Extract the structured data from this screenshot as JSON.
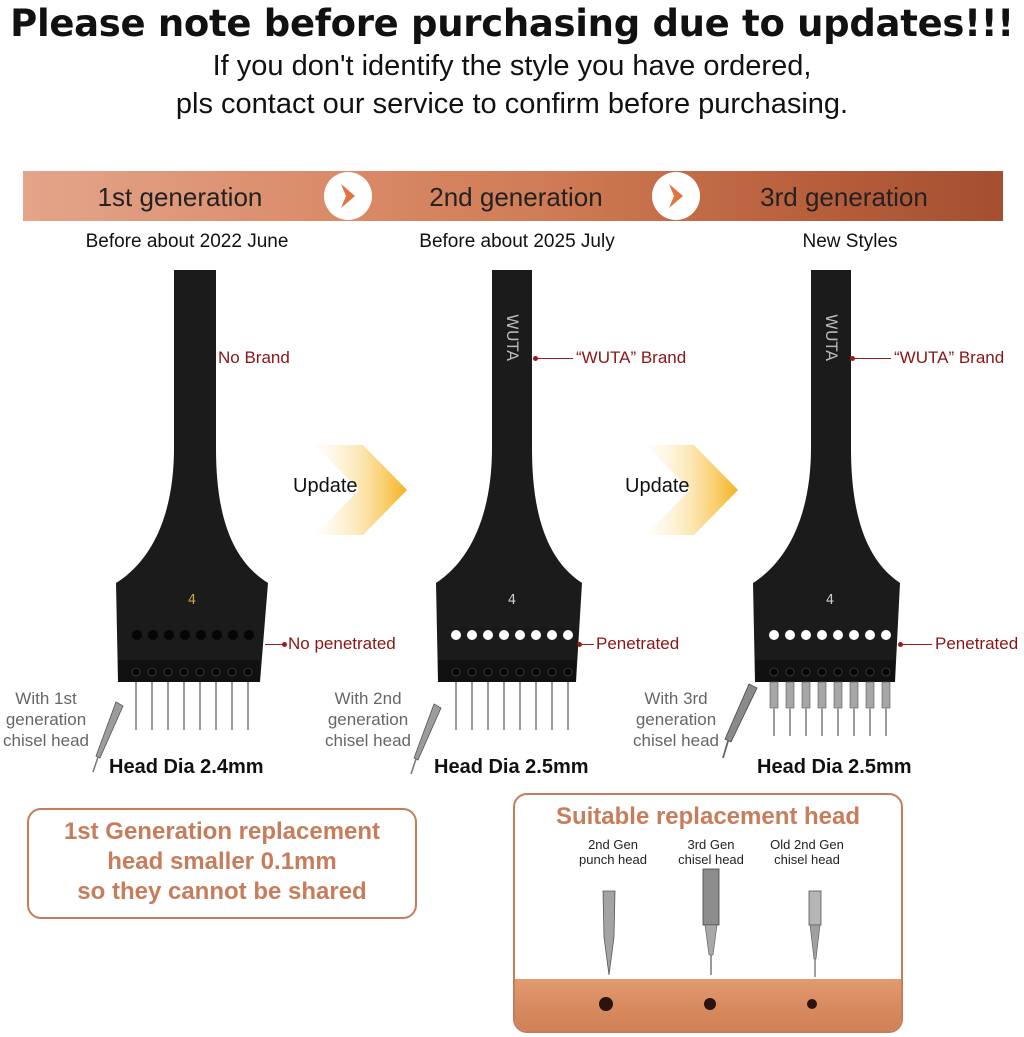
{
  "header": {
    "title": "Please note before purchasing due to updates!!!",
    "subtitle_line1": "If you don't identify the style you have ordered,",
    "subtitle_line2": "pls contact our service to confirm before purchasing."
  },
  "generations": [
    {
      "label": "1st generation",
      "era": "Before about 2022 June",
      "brand_callout": "No Brand",
      "hole_callout": "No penetrated",
      "with_text": [
        "With 1st",
        "generation",
        "chisel head"
      ],
      "head_dia": "Head Dia 2.4mm",
      "number": "4"
    },
    {
      "label": "2nd generation",
      "era": "Before about 2025 July",
      "brand_callout": "“WUTA” Brand",
      "hole_callout": "Penetrated",
      "with_text": [
        "With 2nd",
        "generation",
        "chisel head"
      ],
      "head_dia": "Head Dia 2.5mm",
      "number": "4"
    },
    {
      "label": "3rd generation",
      "era": "New Styles",
      "brand_callout": "“WUTA” Brand",
      "hole_callout": "Penetrated",
      "with_text": [
        "With 3rd",
        "generation",
        "chisel head"
      ],
      "head_dia": "Head Dia 2.5mm",
      "number": "4"
    }
  ],
  "brand_mark": "WUTA",
  "update_label": "Update",
  "note": {
    "line1": "1st Generation replacement",
    "line2": "head smaller 0.1mm",
    "line3": "so they cannot be shared"
  },
  "replacement": {
    "title": "Suitable replacement head",
    "heads": [
      {
        "line1": "2nd Gen",
        "line2": "punch head"
      },
      {
        "line1": "3rd Gen",
        "line2": "chisel head"
      },
      {
        "line1": "Old 2nd Gen",
        "line2": "chisel head"
      }
    ]
  },
  "colors": {
    "banner_start": "#e4a48a",
    "banner_end": "#a54f31",
    "accent": "#c77d5b",
    "callout": "#8a1515",
    "update_arrow": "#f5b21c"
  }
}
